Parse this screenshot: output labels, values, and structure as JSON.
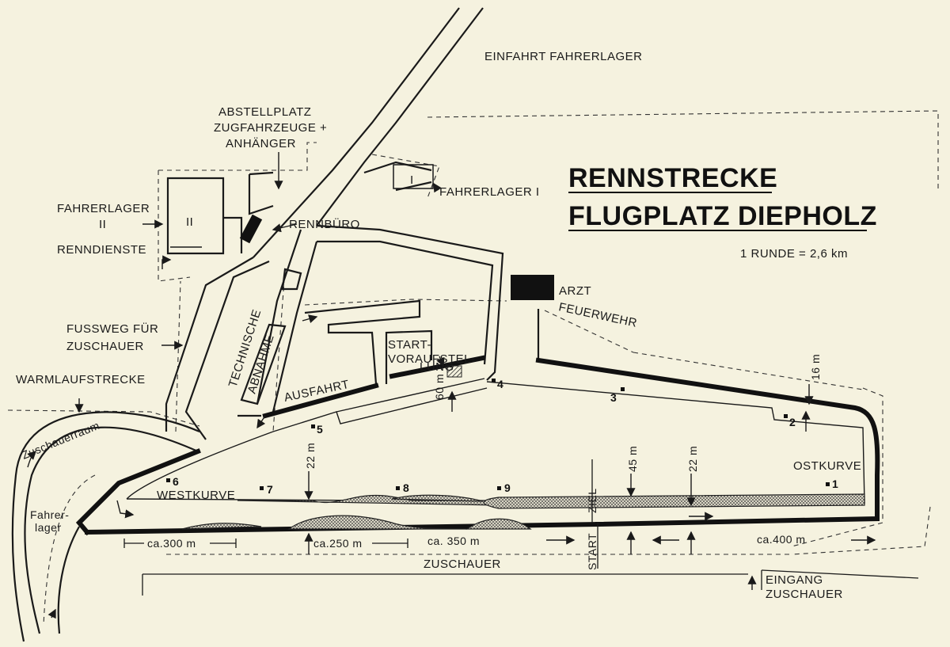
{
  "title": {
    "line1": "RENNSTRECKE",
    "line2": "FLUGPLATZ DIEPHOLZ",
    "lap": "1 RUNDE = 2,6 km"
  },
  "labels": {
    "einfahrt": "EINFAHRT FAHRERLAGER",
    "abstell1": "ABSTELLPLATZ",
    "abstell2": "ZUGFAHRZEUGE +",
    "abstell3": "ANHÄNGER",
    "fahrerlager1": "FAHRERLAGER I",
    "fahrerlager1_box": "I",
    "fahrerlager2": "FAHRERLAGER",
    "fahrerlager2_num": "II",
    "fahrerlager2_box": "II",
    "renndienste": "RENNDIENSTE",
    "rennbuero": "RENNBÜRO",
    "arzt": "ARZT",
    "feuerwehr": "FEUERWEHR",
    "fussweg1": "FUSSWEG FÜR",
    "fussweg2": "ZUSCHAUER",
    "warmlauf": "WARMLAUFSTRECKE",
    "zuschauerraum": "Zuschauerraum",
    "fahrerlager_small1": "Fahrer-",
    "fahrerlager_small2": "lager",
    "technische": "TECHNISCHE",
    "abnahme": "ABNAHME",
    "ausfahrt": "AUSFAHRT",
    "start_vor1": "START-",
    "start_vor2": "VORAUFSTEL-",
    "start_vor3": "LUNG",
    "width60": "60 m",
    "width16": "16 m",
    "width22a": "22 m",
    "width45": "45 m",
    "width22b": "22 m",
    "westkurve": "WESTKURVE",
    "ostkurve": "OSTKURVE",
    "ziel": "ZIEL",
    "start": "START",
    "zuschauer": "ZUSCHAUER",
    "eingang1": "EINGANG",
    "eingang2": "ZUSCHAUER",
    "dist300": "ca.300 m",
    "dist250": "ca.250 m",
    "dist350": "ca. 350 m",
    "dist400": "ca.400 m"
  },
  "markers": [
    "1",
    "2",
    "3",
    "4",
    "5",
    "6",
    "7",
    "8",
    "9"
  ]
}
